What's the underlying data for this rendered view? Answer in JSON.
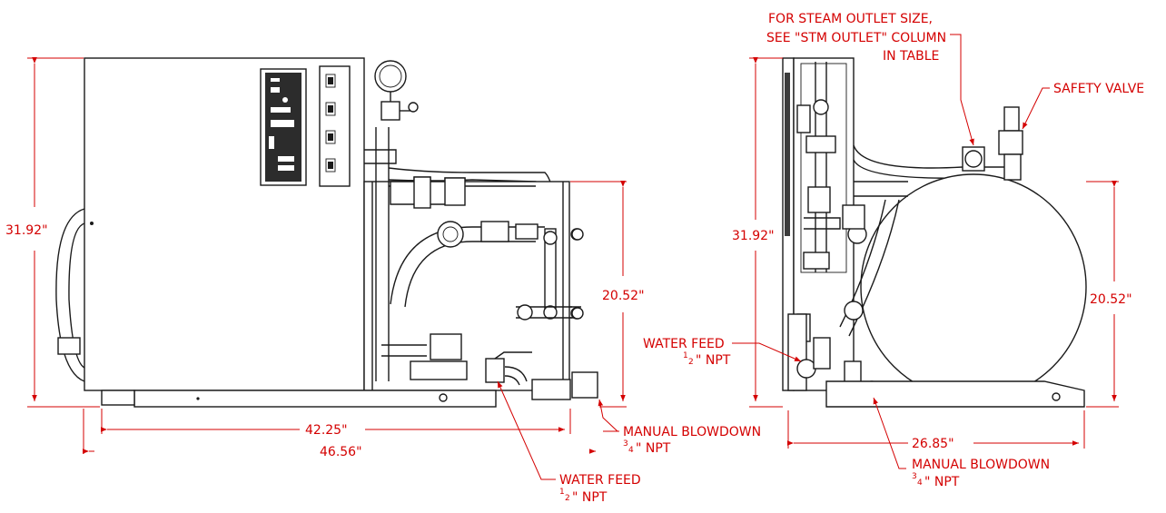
{
  "colors": {
    "dimension": "#d40000",
    "drawing": "#1a1a1a",
    "background": "#ffffff"
  },
  "front_view": {
    "height_overall": "31.92\"",
    "height_vessel": "20.52\"",
    "width_base": "42.25\"",
    "width_overall": "46.56\"",
    "callout_blowdown": {
      "line1": "MANUAL BLOWDOWN",
      "num": "3",
      "den": "4",
      "suffix": "\" NPT"
    },
    "callout_waterfeed": {
      "line1": "WATER FEED",
      "num": "1",
      "den": "2",
      "suffix": "\" NPT"
    }
  },
  "side_view": {
    "height_overall": "31.92\"",
    "height_vessel": "20.52\"",
    "depth": "26.85\"",
    "callout_steam": {
      "line1": "FOR STEAM OUTLET SIZE,",
      "line2": "SEE \"STM OUTLET\" COLUMN",
      "line3": "IN TABLE"
    },
    "callout_safety": "SAFETY VALVE",
    "callout_waterfeed": {
      "line1": "WATER FEED",
      "num": "1",
      "den": "2",
      "suffix": "\" NPT"
    },
    "callout_blowdown": {
      "line1": "MANUAL BLOWDOWN",
      "num": "3",
      "den": "4",
      "suffix": "\" NPT"
    }
  }
}
